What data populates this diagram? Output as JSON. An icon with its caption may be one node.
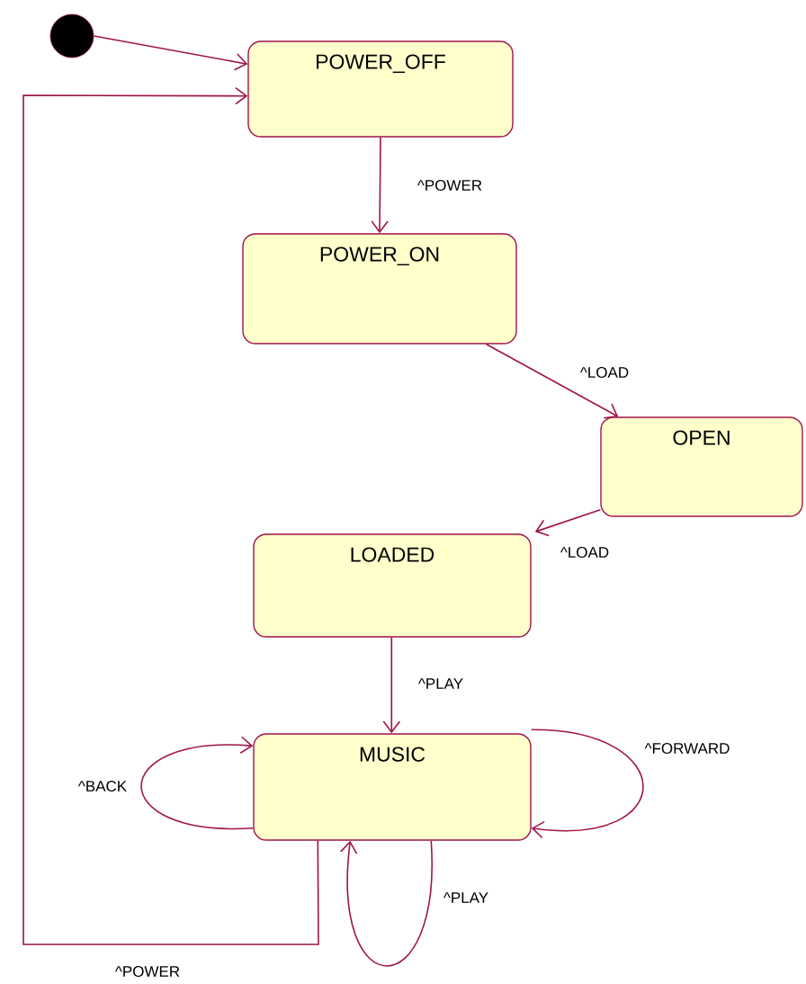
{
  "diagram": {
    "nodes": [
      {
        "text": [],
        "shape": "circle"
      },
      {
        "text": [
          "POWER_OFF"
        ]
      },
      {
        "text": [
          "POWER_ON"
        ]
      },
      {
        "text": [
          "OPEN"
        ]
      },
      {
        "text": [
          "LOADED"
        ]
      },
      {
        "text": [
          "MUSIC"
        ]
      }
    ],
    "edges": [
      {
        "from": 0,
        "to": 1,
        "arrow": "to"
      },
      {
        "from": 1,
        "to": 2,
        "arrow": "to",
        "label": "^POWER"
      },
      {
        "from": 2,
        "to": 3,
        "arrow": "to",
        "label": "^LOAD"
      },
      {
        "from": 3,
        "to": 4,
        "arrow": "to",
        "label": "^LOAD"
      },
      {
        "from": 4,
        "to": 5,
        "arrow": "to",
        "label": "^PLAY"
      },
      {
        "from": 5,
        "to": 5,
        "arrow": "to",
        "label": "^BACK"
      },
      {
        "from": 5,
        "to": 5,
        "arrow": "to",
        "label": "^FORWARD"
      },
      {
        "from": 5,
        "to": 5,
        "arrow": "to",
        "label": "^PLAY"
      },
      {
        "from": 5,
        "to": 1,
        "arrow": "to",
        "label": "^POWER"
      }
    ]
  }
}
